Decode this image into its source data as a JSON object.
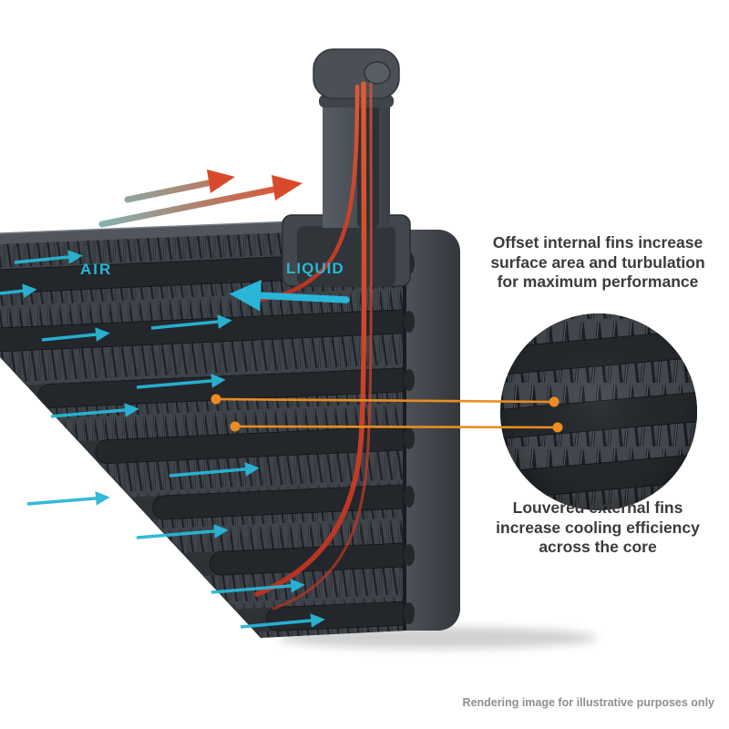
{
  "labels": {
    "air": "AIR",
    "liquid": "LIQUID"
  },
  "annotations": {
    "internal_fins": {
      "lines": [
        "Offset internal fins increase",
        "surface area and turbulation",
        "for maximum performance"
      ]
    },
    "external_fins": {
      "lines": [
        "Louvered external fins",
        "increase cooling efficiency",
        "across the core"
      ]
    }
  },
  "footer": {
    "disclaimer": "Rendering image for illustrative purposes only"
  },
  "colors": {
    "air_flow_cyan": "#29b6d8",
    "hot_flow_red": "#d94a2b",
    "callout_orange": "#ea8c22",
    "core_dark_gray": "#3a3f45",
    "annotation_text": "#3b3b3b"
  }
}
